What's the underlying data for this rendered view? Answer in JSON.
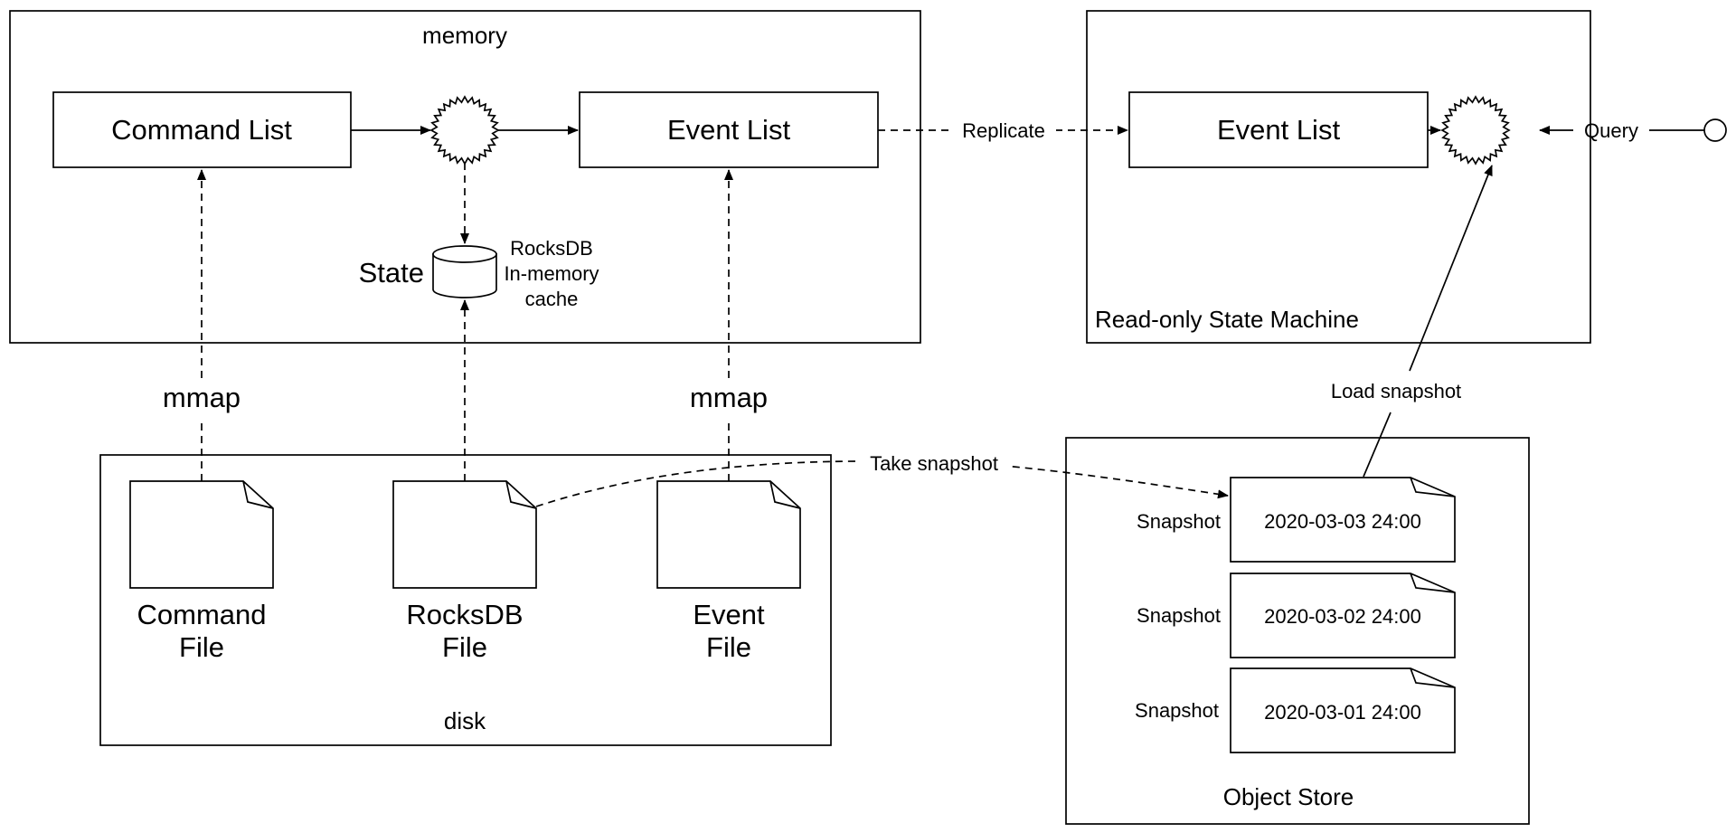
{
  "containers": {
    "memory": "memory",
    "disk": "disk",
    "state_machine": "Read-only State Machine",
    "object_store": "Object Store"
  },
  "memory": {
    "command_list": "Command List",
    "event_list": "Event List",
    "state_label": "State",
    "rocksdb_line1": "RocksDB",
    "rocksdb_line2": "In-memory",
    "rocksdb_line3": "cache"
  },
  "disk": {
    "command_file_line1": "Command",
    "command_file_line2": "File",
    "rocksdb_file_line1": "RocksDB",
    "rocksdb_file_line2": "File",
    "event_file_line1": "Event",
    "event_file_line2": "File"
  },
  "state_machine": {
    "event_list": "Event List"
  },
  "edges": {
    "mmap_command": "mmap",
    "mmap_event": "mmap",
    "replicate": "Replicate",
    "query": "Query",
    "take_snapshot": "Take snapshot",
    "load_snapshot": "Load snapshot"
  },
  "snapshots": [
    {
      "label": "Snapshot",
      "date": "2020-03-03 24:00"
    },
    {
      "label": "Snapshot",
      "date": "2020-03-02 24:00"
    },
    {
      "label": "Snapshot",
      "date": "2020-03-01 24:00"
    }
  ]
}
